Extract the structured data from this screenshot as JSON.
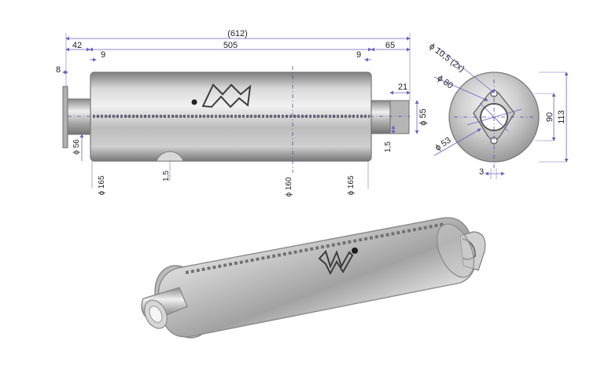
{
  "drawing": {
    "dimensions": {
      "overall_length": "(612)",
      "left_offset": "42",
      "flange_width": "8",
      "left_inner": "9",
      "body_length": "505",
      "right_inner": "9",
      "right_offset": "65",
      "outlet_tip": "21",
      "outlet_diameter": "ϕ 55",
      "outlet_step": "1,5",
      "left_diameter": "ϕ 56",
      "body_diameter_left": "ϕ 165",
      "seam_height": "1,5",
      "inner_diameter": "ϕ 160",
      "body_diameter_right": "ϕ 165",
      "hole_diameter": "ϕ 10,5 (2x)",
      "flange_diameter": "ϕ 80",
      "pipe_diameter": "ϕ 53",
      "hole_spacing": "90",
      "flange_height": "113",
      "hole_offset": "3"
    },
    "logo_text": "M",
    "colors": {
      "line": "#6f5fbf",
      "center": "#4d46b3",
      "metal_dark": "#767676",
      "metal_light": "#f2f2f2"
    }
  }
}
